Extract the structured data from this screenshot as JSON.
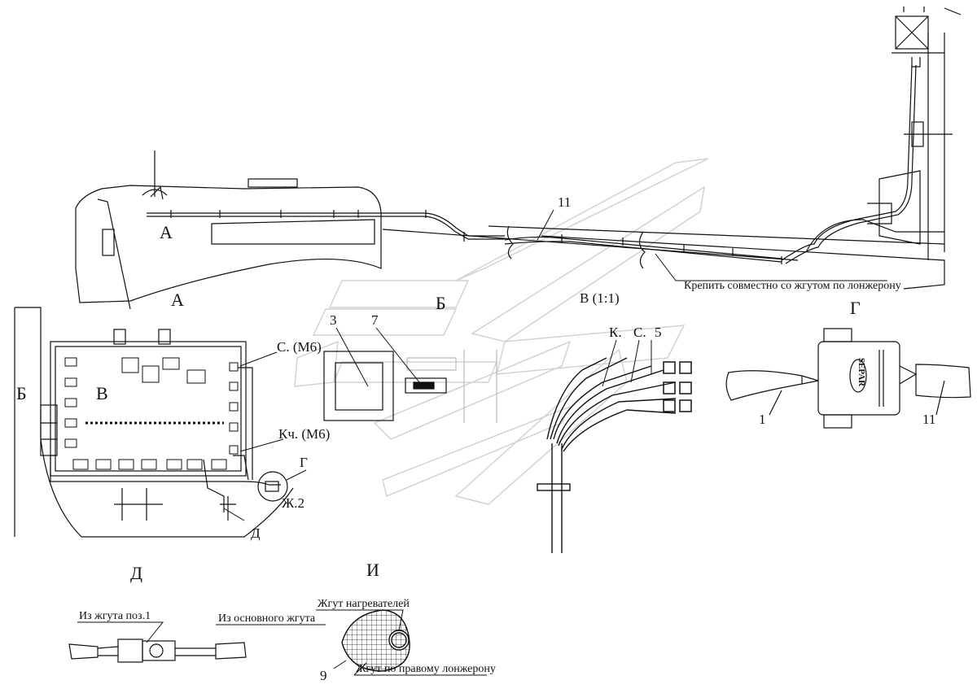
{
  "views": {
    "a": "А",
    "b": "Б",
    "v": "В (1:1)",
    "g": "Г",
    "d": "Д",
    "i": "И"
  },
  "arrows": {
    "a": "А",
    "b": "Б",
    "v": "В"
  },
  "callouts": {
    "n11_top": "11",
    "note_attach": "Крепить совместно со жгутом по лонжерону",
    "n3": "3",
    "n7": "7",
    "k": "К.",
    "c": "С.",
    "n5": "5",
    "c_m6": "С. (М6)",
    "kch_m6": "Кч. (М6)",
    "g_small": "Г",
    "zh2": "Ж.2",
    "d_small": "Д",
    "n1": "1",
    "n11_g": "11",
    "separ": "SEPAR",
    "from_harness1": "Из жгута поз.1",
    "from_main": "Из основного жгута",
    "heaters": "Жгут нагревателей",
    "n9": "9",
    "right_spar": "Жгут по правому лонжерону"
  },
  "colors": {
    "line": "#111111",
    "ghost": "#c8c8c8",
    "fill_gray": "#9a9a9a"
  }
}
